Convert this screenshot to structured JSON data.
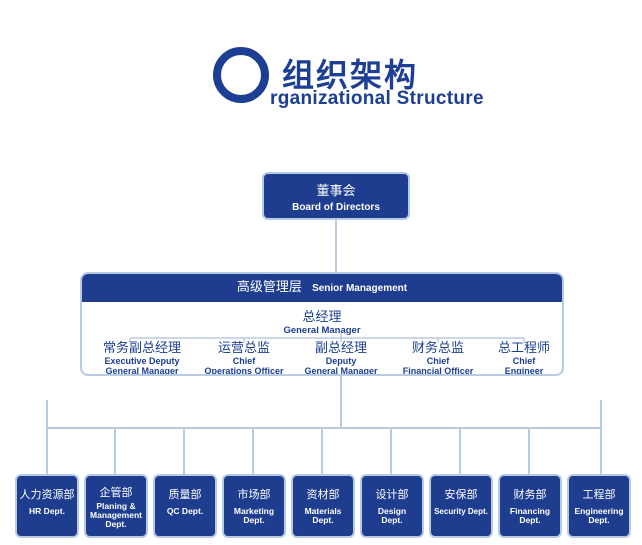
{
  "title": {
    "cn": "组织架构",
    "en": "rganizational Structure"
  },
  "board": {
    "cn": "董事会",
    "en": "Board of Directors"
  },
  "senior_management": {
    "cn": "高级管理层",
    "en": "Senior Management"
  },
  "general_manager": {
    "cn": "总经理",
    "en": "General Manager"
  },
  "executives": [
    {
      "cn": "常务副总经理",
      "en1": "Executive Deputy",
      "en2": "General Manager"
    },
    {
      "cn": "运营总监",
      "en1": "Chief",
      "en2": "Operations Officer"
    },
    {
      "cn": "副总经理",
      "en1": "Deputy",
      "en2": "General Manager"
    },
    {
      "cn": "财务总监",
      "en1": "Chief",
      "en2": "Financial Officer"
    },
    {
      "cn": "总工程师",
      "en1": "Chief",
      "en2": "Engineer"
    }
  ],
  "departments": [
    {
      "cn": "人力资源部",
      "en": "HR Dept."
    },
    {
      "cn": "企管部",
      "en": "Planing & Management Dept."
    },
    {
      "cn": "质量部",
      "en": "QC Dept."
    },
    {
      "cn": "市场部",
      "en": "Marketing Dept."
    },
    {
      "cn": "资材部",
      "en": "Materials Dept."
    },
    {
      "cn": "设计部",
      "en": "Design Dept."
    },
    {
      "cn": "安保部",
      "en": "Security Dept."
    },
    {
      "cn": "财务部",
      "en": "Financing Dept."
    },
    {
      "cn": "工程部",
      "en": "Engineering Dept."
    }
  ],
  "colors": {
    "primary": "#1e3d8f",
    "connector": "#b9cbe3",
    "title": "#1c3f94"
  }
}
